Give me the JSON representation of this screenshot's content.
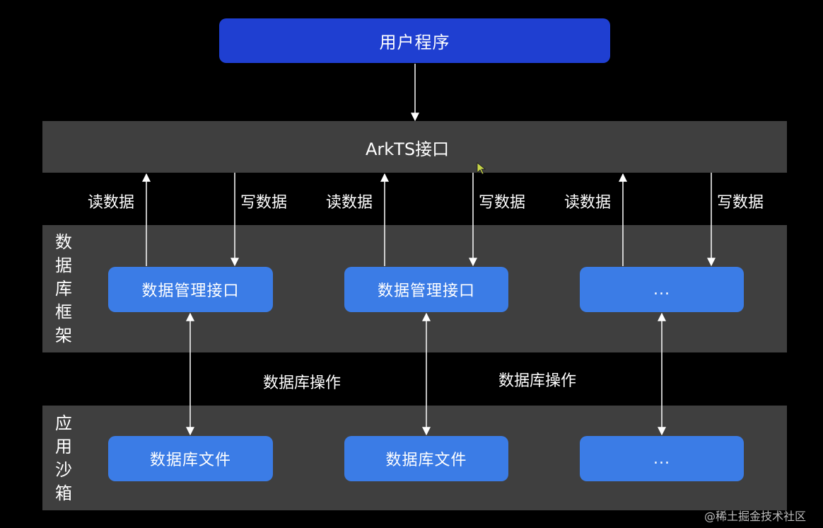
{
  "top": {
    "title": "用户程序"
  },
  "interface_bar": {
    "title": "ArkTS接口"
  },
  "read_label": "读数据",
  "write_label": "写数据",
  "framework": {
    "side_label": "数据库框架",
    "modules": [
      {
        "label": "数据管理接口"
      },
      {
        "label": "数据管理接口"
      },
      {
        "label": "..."
      }
    ]
  },
  "db_operation_label": "数据库操作",
  "sandbox": {
    "side_label": "应用沙箱",
    "files": [
      {
        "label": "数据库文件"
      },
      {
        "label": "数据库文件"
      },
      {
        "label": "..."
      }
    ]
  },
  "watermark": "@稀土掘金技术社区",
  "colors": {
    "background": "#000000",
    "band": "#3f3f3f",
    "top_box": "#1f3fd1",
    "module_box": "#3b7ce6",
    "arrow": "#ffffff"
  }
}
